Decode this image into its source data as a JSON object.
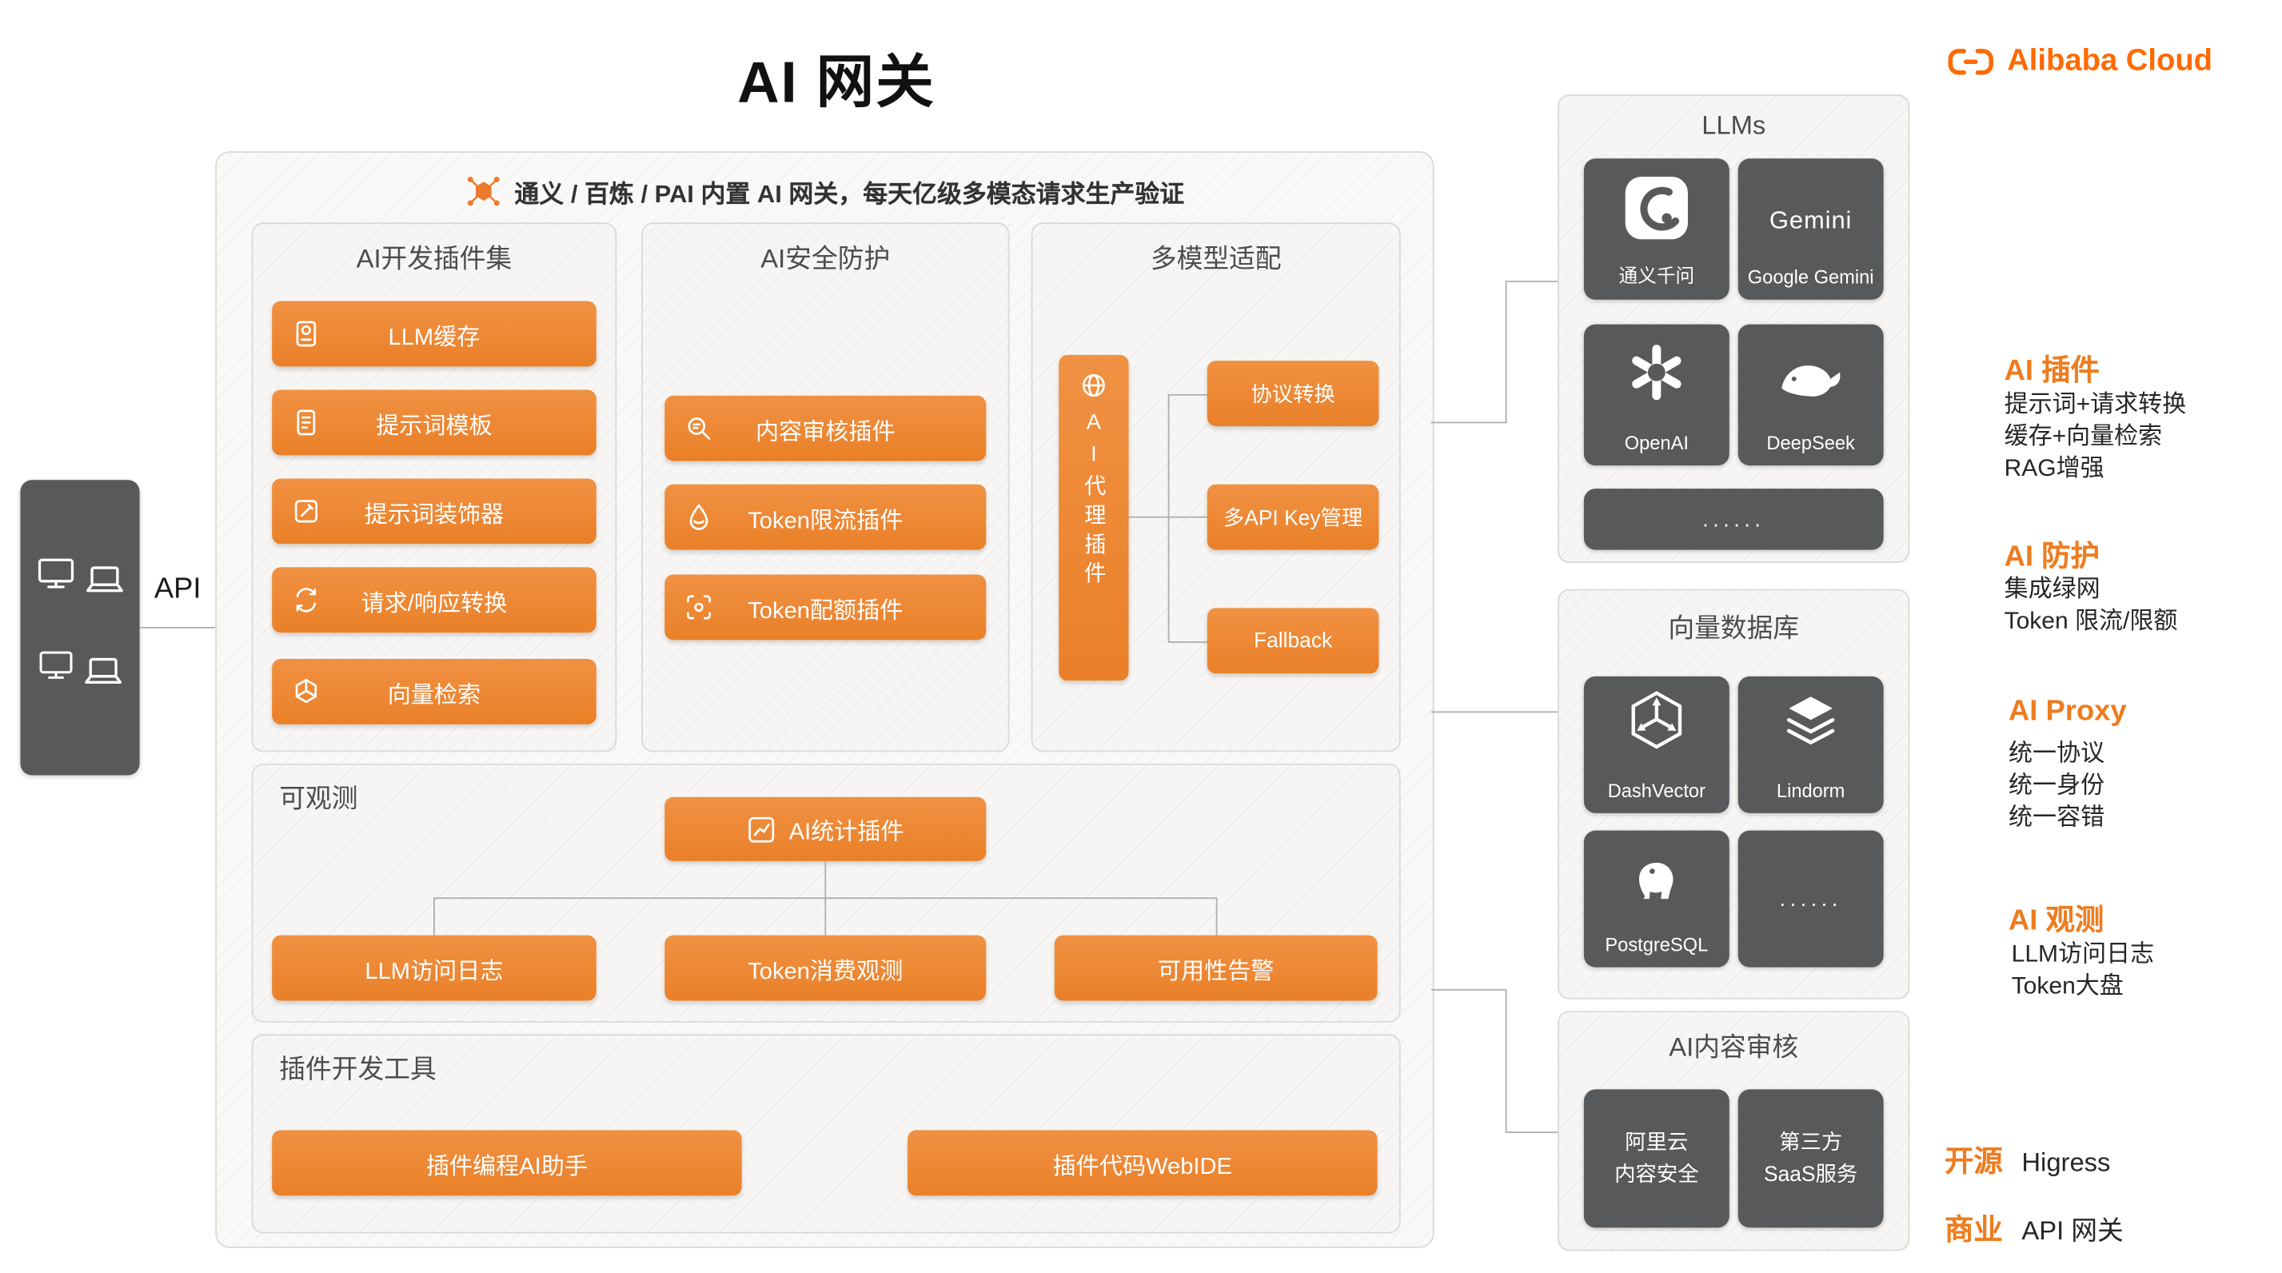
{
  "title": "AI 网关",
  "brand": {
    "name": "Alibaba Cloud"
  },
  "clients": {
    "api_label": "API"
  },
  "main": {
    "header": "通义 / 百炼 / PAI 内置 AI 网关，每天亿级多模态请求生产验证",
    "dev": {
      "title": "AI开发插件集",
      "buttons": [
        "LLM缓存",
        "提示词模板",
        "提示词装饰器",
        "请求/响应转换",
        "向量检索"
      ]
    },
    "security": {
      "title": "AI安全防护",
      "buttons": [
        "内容审核插件",
        "Token限流插件",
        "Token配额插件"
      ]
    },
    "multimodel": {
      "title": "多模型适配",
      "proxy": "AI代理插件",
      "buttons": [
        "协议转换",
        "多API Key管理",
        "Fallback"
      ]
    },
    "observability": {
      "title": "可观测",
      "stats": "AI统计插件",
      "buttons": [
        "LLM访问日志",
        "Token消费观测",
        "可用性告警"
      ]
    },
    "devtools": {
      "title": "插件开发工具",
      "buttons": [
        "插件编程AI助手",
        "插件代码WebIDE"
      ]
    }
  },
  "llms": {
    "title": "LLMs",
    "tiles": [
      {
        "label": "通义千问"
      },
      {
        "logo": "Gemini",
        "label": "Google Gemini"
      },
      {
        "label": "OpenAI"
      },
      {
        "label": "DeepSeek"
      }
    ],
    "more": "......"
  },
  "vectordb": {
    "title": "向量数据库",
    "tiles": [
      {
        "label": "DashVector"
      },
      {
        "label": "Lindorm"
      },
      {
        "label": "PostgreSQL"
      },
      {
        "label": "......"
      }
    ]
  },
  "review": {
    "title": "AI内容审核",
    "tiles": [
      {
        "line1": "阿里云",
        "line2": "内容安全"
      },
      {
        "line1": "第三方",
        "line2": "SaaS服务"
      }
    ]
  },
  "legend": {
    "sections": [
      {
        "title": "AI 插件",
        "lines": [
          "提示词+请求转换",
          "缓存+向量检索",
          "RAG增强"
        ]
      },
      {
        "title": "AI 防护",
        "lines": [
          "集成绿网",
          "Token 限流/限额"
        ]
      },
      {
        "title": "AI Proxy",
        "lines": [
          "统一协议",
          "统一身份",
          "统一容错"
        ]
      },
      {
        "title": "AI 观测",
        "lines": [
          "LLM访问日志",
          "Token大盘"
        ]
      }
    ],
    "footers": [
      {
        "label": "开源",
        "value": "Higress"
      },
      {
        "label": "商业",
        "value": "API 网关"
      }
    ]
  },
  "colors": {
    "accent": "#ED8633",
    "brand": "#FF6A00",
    "dark": "#58595B"
  }
}
